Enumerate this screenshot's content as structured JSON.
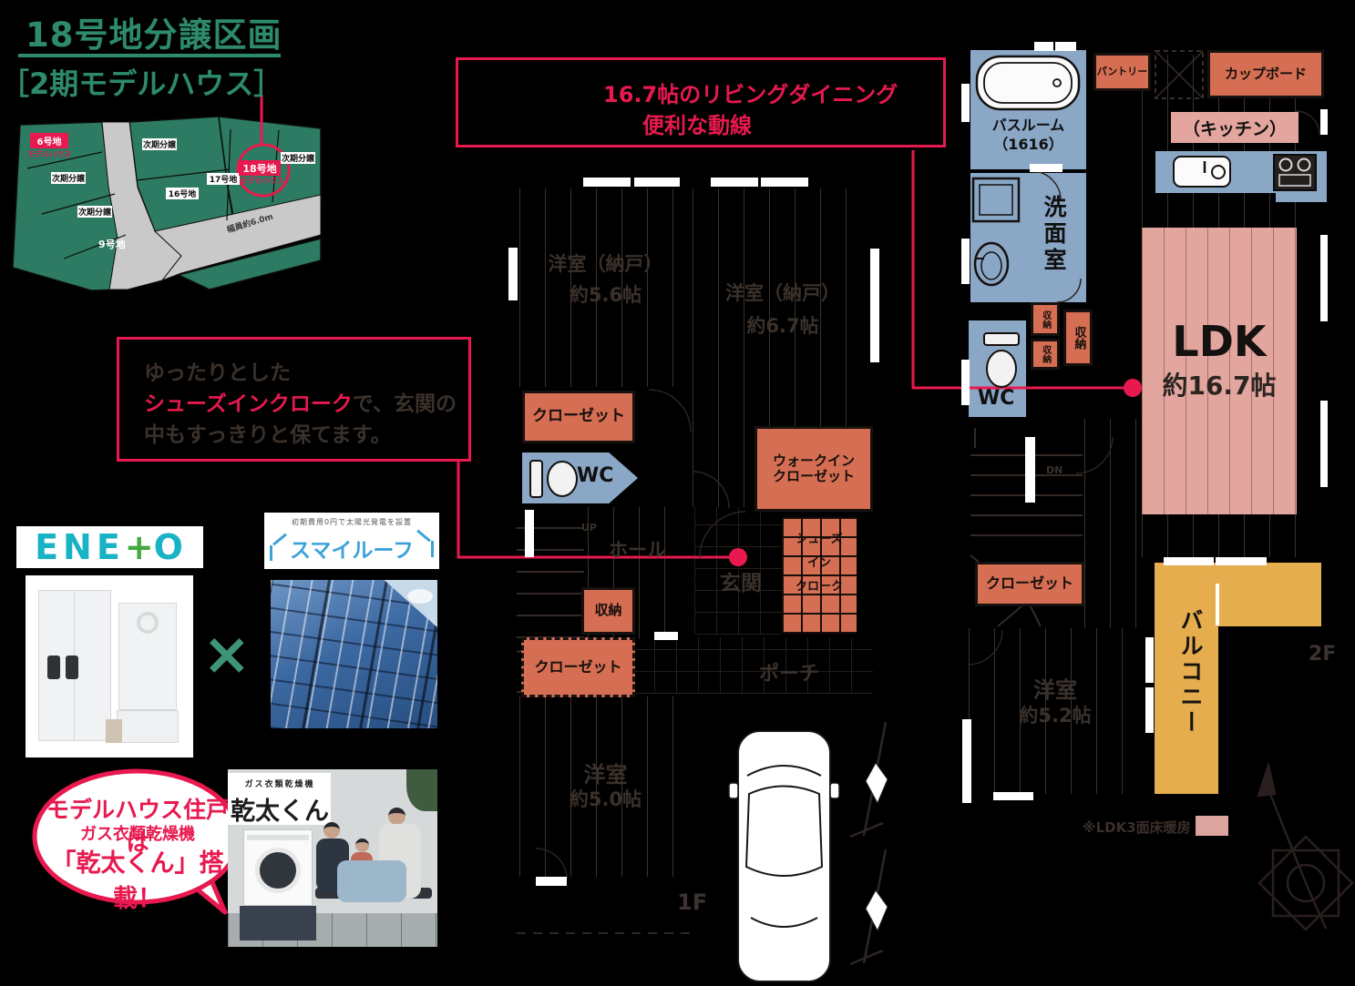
{
  "colors": {
    "accent": "#e7194e",
    "green": "#2e8a6c",
    "salmon": "#d56e52",
    "pink": "#e3a69e",
    "blue": "#8ba7c6",
    "yellow": "#e5ad4d"
  },
  "header": {
    "title": "18号地分譲区画",
    "subtitle": "［2期モデルハウス］"
  },
  "site": {
    "lot6": "6号地",
    "model_house": "モデルハウス",
    "next_sale": "次期分譲",
    "lot16": "16号地",
    "lot17": "17号地",
    "lot18": "18号地",
    "lot9": "9号地",
    "road_width": "幅員約6.0m"
  },
  "callout_ldk": {
    "line1": "16.7帖のリビングダイニング",
    "line2": "便利な動線"
  },
  "callout_shoes": {
    "line1": "ゆったりとした",
    "line2_accent": "シューズインクローク",
    "line2_rest": "で、玄関の",
    "line3": "中もすっきりと保てます。"
  },
  "eneto": {
    "e1": "ENE",
    "plus": "+",
    "o": "O"
  },
  "sumairoof": {
    "tagline": "初期費用0円で太陽光発電を設置",
    "name": "スマイルーフ"
  },
  "cross_mark": "×",
  "kanta": {
    "bubble1": "モデルハウス住戸は",
    "bubble2": "ガス衣類乾燥機",
    "bubble3": "「乾太くん」搭載！",
    "photo_tag": "ガス衣類乾燥機",
    "photo_name": "乾太くん"
  },
  "f1": {
    "room1_name": "洋室（納戸）",
    "room1_size": "約5.6帖",
    "room2_name": "洋室（納戸）",
    "room2_size": "約6.7帖",
    "closet": "クローゼット",
    "wc": "WC",
    "wic1": "ウォークイン",
    "wic2": "クローゼット",
    "up": "UP",
    "hall": "ホール",
    "entrance": "玄関",
    "shoes1": "シューズ",
    "shoes2": "イン",
    "shoes3": "クローク",
    "storage": "収納",
    "porch": "ポーチ",
    "room3_name": "洋室",
    "room3_size": "約5.0帖",
    "floor": "1F"
  },
  "f2": {
    "bath1": "バスルーム",
    "bath2": "（1616）",
    "pantry": "パントリー",
    "cupboard": "カップボード",
    "kitchen": "（キッチン）",
    "washroom": "洗面室",
    "storage": "収納",
    "wc": "WC",
    "ldk": "LDK",
    "ldk_size": "約16.7帖",
    "dn": "DN",
    "closet": "クローゼット",
    "room_name": "洋室",
    "room_size": "約5.2帖",
    "balcony": "バルコニー",
    "floor": "2F"
  },
  "note": {
    "floor_heating": "※LDK3面床暖房"
  }
}
